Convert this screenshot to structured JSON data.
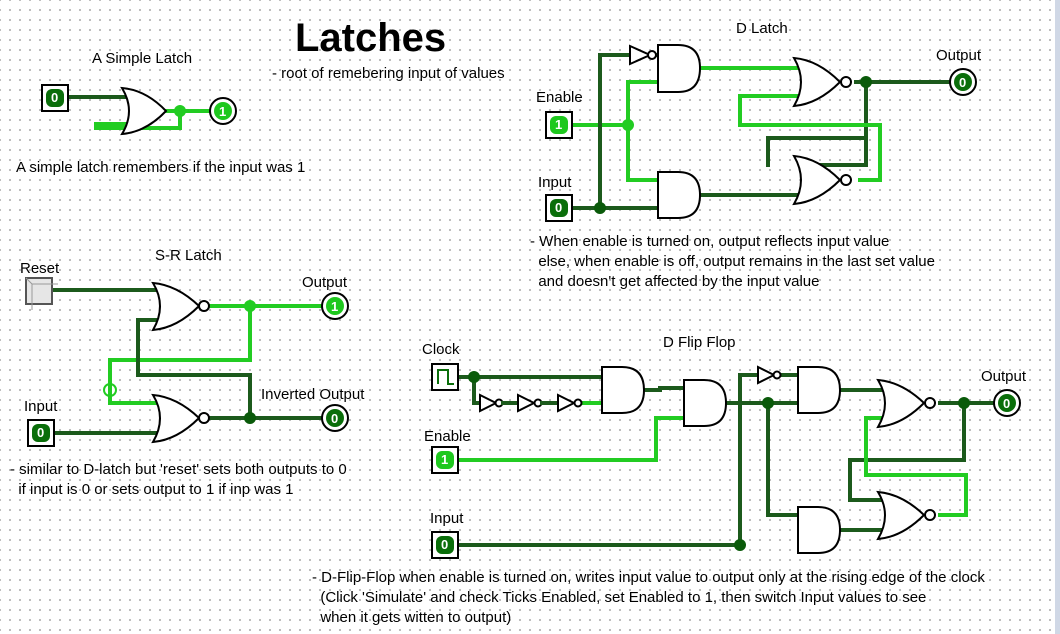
{
  "page": {
    "title": "Latches",
    "subtitle": "- root of remebering input of values"
  },
  "simple_latch": {
    "title": "A Simple Latch",
    "input_value": "0",
    "output_value": "1",
    "note": "A simple latch remembers if the input was 1"
  },
  "d_latch": {
    "title": "D Latch",
    "enable_label": "Enable",
    "enable_value": "1",
    "input_label": "Input",
    "input_value": "0",
    "output_label": "Output",
    "output_value": "0",
    "note": "- When enable is turned on, output reflects input value\n  else, when enable is off, output remains in the last set value\n  and doesn't get affected by the input value"
  },
  "sr_latch": {
    "title": "S-R Latch",
    "reset_label": "Reset",
    "input_label": "Input",
    "input_value": "0",
    "output_label": "Output",
    "output_value": "1",
    "inverted_label": "Inverted Output",
    "inverted_value": "0",
    "note": "- similar to D-latch but 'reset' sets both outputs to 0\n  if input is 0 or sets output to 1 if inp was 1"
  },
  "d_flip_flop": {
    "title": "D Flip Flop",
    "clock_label": "Clock",
    "enable_label": "Enable",
    "enable_value": "1",
    "input_label": "Input",
    "input_value": "0",
    "output_label": "Output",
    "output_value": "0",
    "note": "- D-Flip-Flop when enable is turned on, writes input value to output only at the rising edge of the clock\n  (Click 'Simulate' and check Ticks Enabled, set Enabled to 1, then switch Input values to see\n  when it gets witten to output)"
  },
  "colors": {
    "wire_high": "#22cc22",
    "wire_low": "#1c5a1c",
    "led_off": "#0a6e0a",
    "led_on": "#1ec81e"
  }
}
